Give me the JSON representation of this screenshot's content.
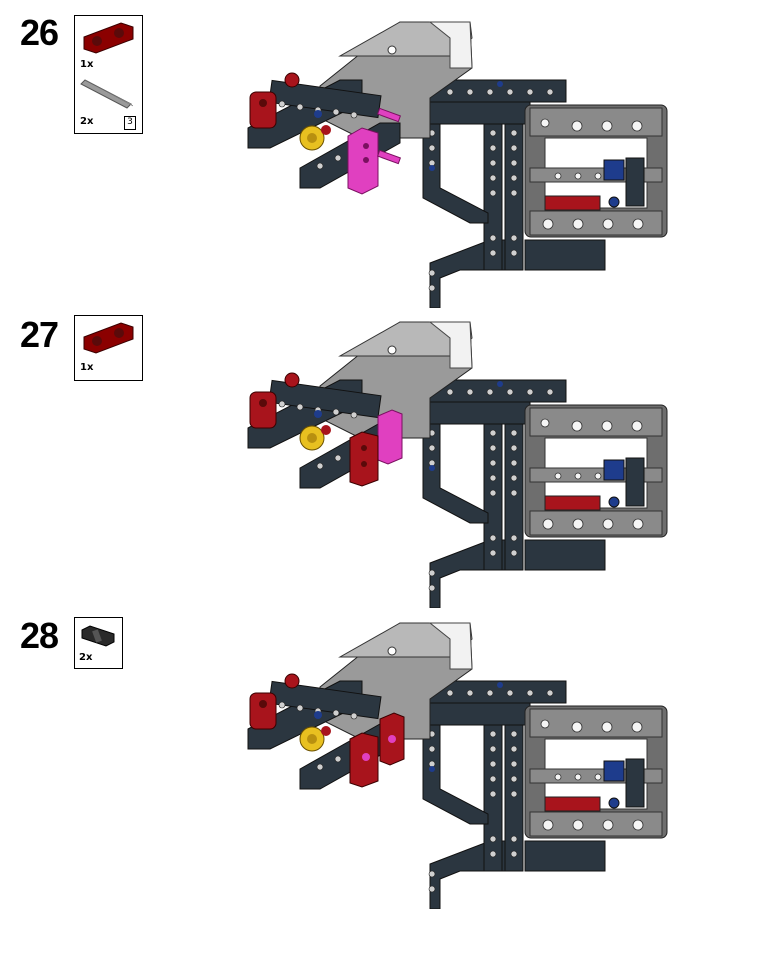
{
  "steps": [
    {
      "number": "26",
      "parts": [
        {
          "qty": "1x",
          "icon": "red-double-connector-icon",
          "color": "#8b0000"
        },
        {
          "qty": "2x",
          "icon": "grey-axle-icon",
          "color": "#9a9a9a",
          "length": "3"
        }
      ]
    },
    {
      "number": "27",
      "parts": [
        {
          "qty": "1x",
          "icon": "red-double-connector-icon",
          "color": "#8b0000"
        }
      ]
    },
    {
      "number": "28",
      "parts": [
        {
          "qty": "2x",
          "icon": "black-pin-icon",
          "color": "#2a2a2a"
        }
      ]
    }
  ],
  "colors": {
    "dark_beam": "#2b3640",
    "light_grey": "#8f8f8f",
    "frame_grey": "#6e6e6e",
    "red": "#a8141c",
    "magenta": "#e040c0",
    "yellow": "#e8c020",
    "blue": "#1e3c8c"
  }
}
